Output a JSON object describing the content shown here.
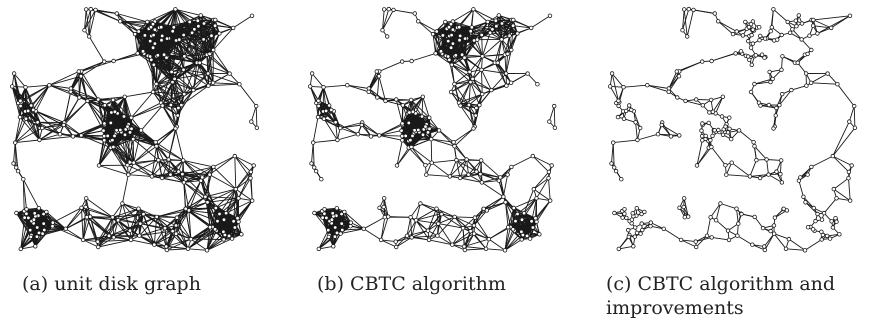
{
  "figure": {
    "panels": [
      {
        "id": "a",
        "caption_label": "(a) unit disk graph",
        "caption_line2": "",
        "style": "dense"
      },
      {
        "id": "b",
        "caption_label": "(b) CBTC algorithm",
        "caption_line2": "",
        "style": "medium"
      },
      {
        "id": "c",
        "caption_label": "(c) CBTC algorithm and",
        "caption_line2": "improvements",
        "style": "sparse"
      }
    ]
  },
  "colors": {
    "edge": "#1a1a1a",
    "node_fill": "#ffffff",
    "node_stroke": "#1a1a1a",
    "caption": "#222222"
  }
}
